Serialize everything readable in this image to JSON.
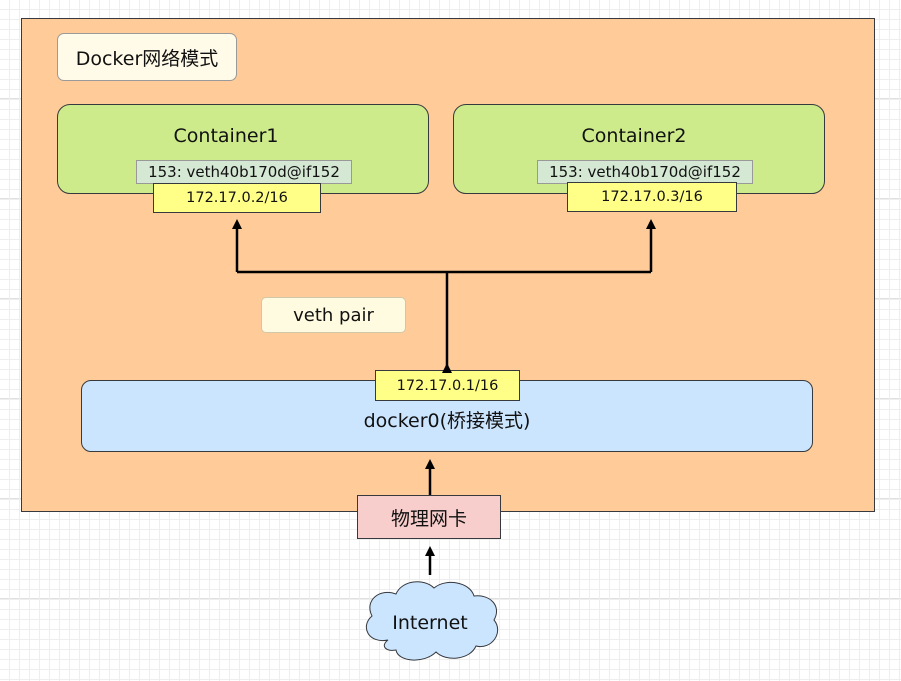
{
  "diagram": {
    "title": "Docker网络模式",
    "container1": {
      "name": "Container1",
      "veth": "153: veth40b170d@if152",
      "ip": "172.17.0.2/16"
    },
    "container2": {
      "name": "Container2",
      "veth": "153: veth40b170d@if152",
      "ip": "172.17.0.3/16"
    },
    "veth_pair_label": "veth pair",
    "bridge": {
      "ip": "172.17.0.1/16",
      "label": "docker0(桥接模式)"
    },
    "nic_label": "物理网卡",
    "internet_label": "Internet",
    "colors": {
      "host_fill": "#ffcc99",
      "container_fill": "#cdeb8b",
      "ip_fill": "#ffff88",
      "bridge_fill": "#cce5ff",
      "nic_fill": "#f8cecc",
      "cloud_fill": "#cce5ff"
    }
  }
}
